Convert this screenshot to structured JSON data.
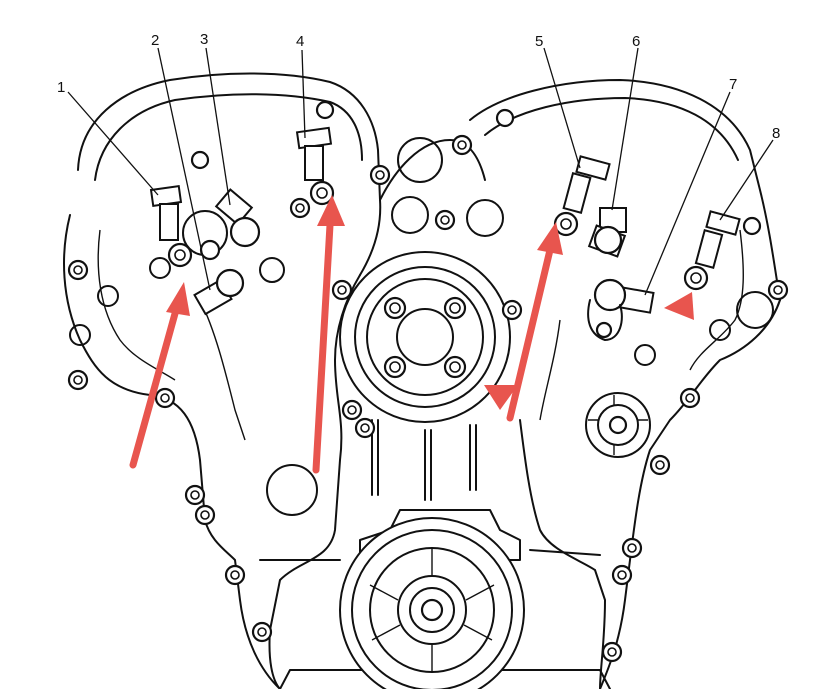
{
  "callouts": [
    {
      "label": "1"
    },
    {
      "label": "2"
    },
    {
      "label": "3"
    },
    {
      "label": "4"
    },
    {
      "label": "5"
    },
    {
      "label": "6"
    },
    {
      "label": "7"
    },
    {
      "label": "8"
    }
  ],
  "colors": {
    "line": "#111111",
    "background": "#ffffff",
    "arrow": "#e8554e"
  }
}
